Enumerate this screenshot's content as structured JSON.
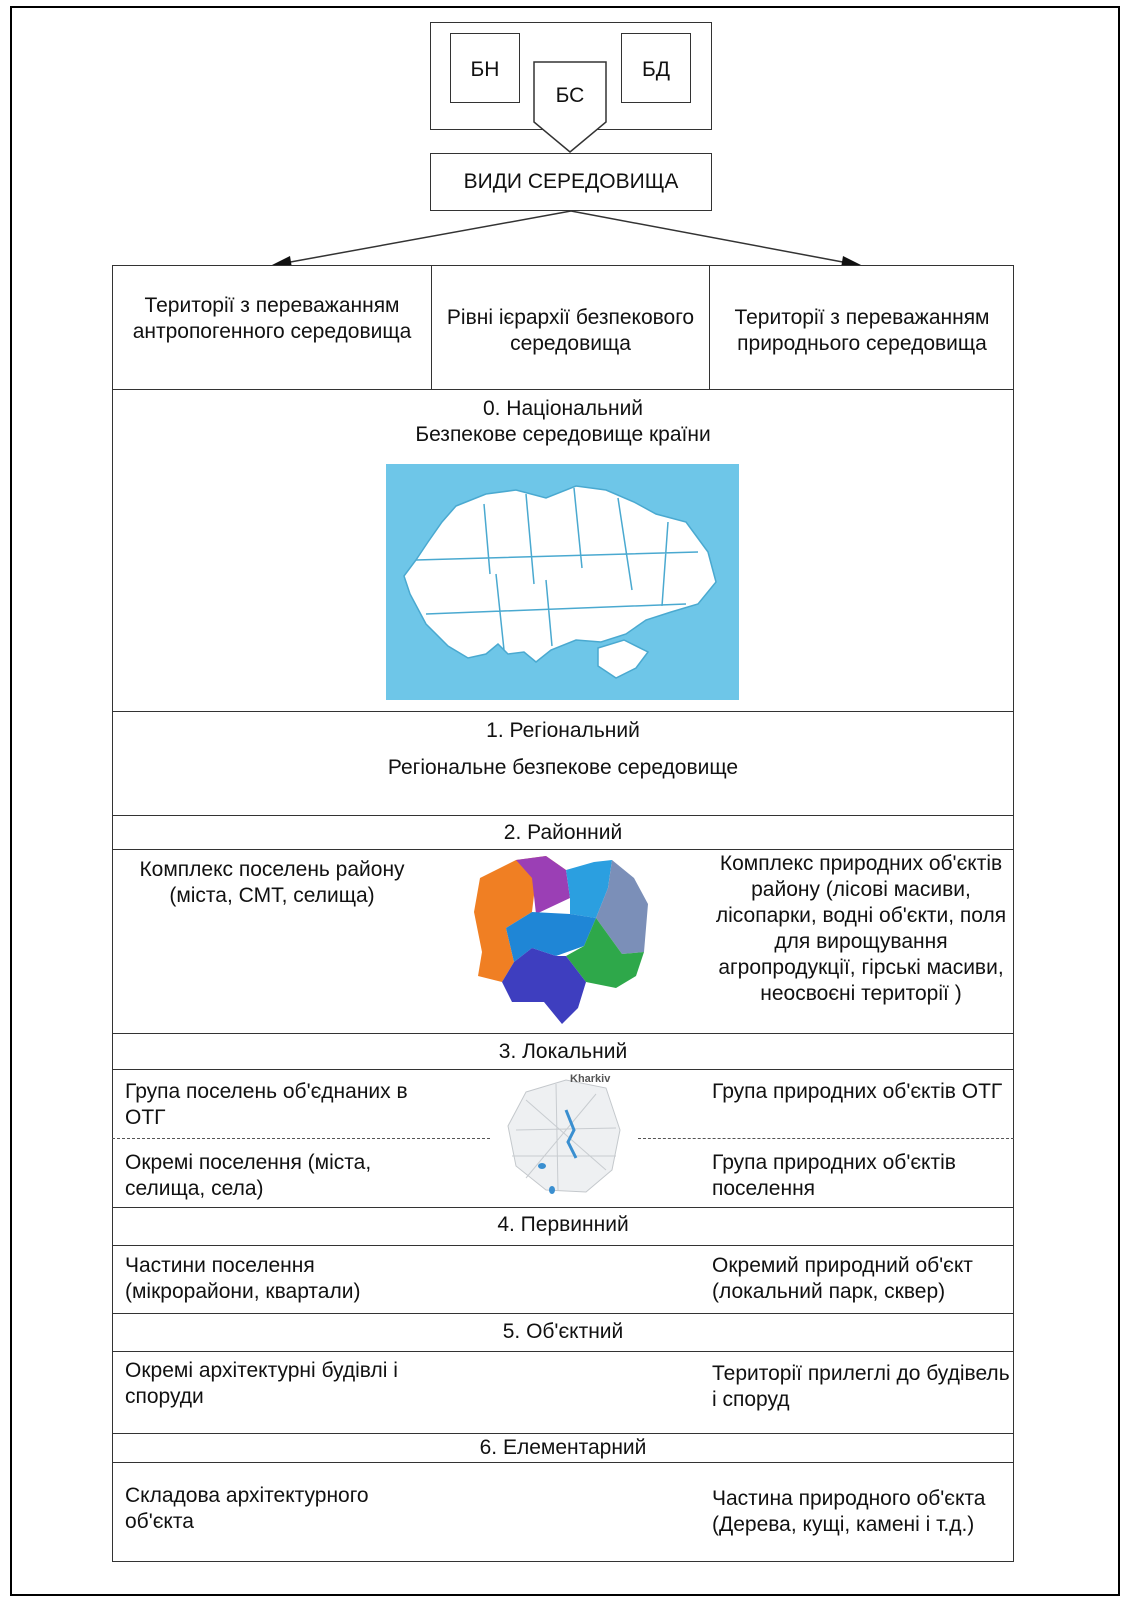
{
  "top": {
    "bn": "БН",
    "bs": "БС",
    "bd": "БД",
    "types_title": "ВИДИ СЕРЕДОВИЩА"
  },
  "headers": {
    "left": "Території з переважанням антропогенного середовища",
    "center": "Рівні ієрархії безпекового середовища",
    "right": "Території з переважанням природнього середовища"
  },
  "levels": {
    "national": {
      "title": "0. Національний",
      "subtitle": "Безпекове середовище країни"
    },
    "regional": {
      "title": "1. Регіональний",
      "subtitle": "Регіональне безпекове середовище"
    },
    "district": {
      "title": "2. Районний",
      "left": "Комплекс поселень району (міста, СМТ, селища)",
      "right": "Комплекс природних об'єктів району (лісові масиви, лісопарки, водні об'єкти, поля для вирощування агропродукції, гірські масиви, неосвоєні території )"
    },
    "local": {
      "title": "3. Локальний",
      "left_top": "Група поселень об'єднаних в ОТГ",
      "right_top": "Група природних об'єктів ОТГ",
      "left_bottom": "Окремі поселення (міста, селища, села)",
      "right_bottom": "Група природних об'єктів поселення",
      "map_label": "Kharkiv"
    },
    "primary": {
      "title": "4. Первинний",
      "left": "Частини поселення (мікрорайони, квартали)",
      "right": "Окремий природний об'єкт (локальний парк, сквер)"
    },
    "object": {
      "title": "5. Об'єктний",
      "left": "Окремі архітектурні будівлі і споруди",
      "right": "Території прилеглі до будівель і споруд"
    },
    "elementary": {
      "title": "6. Елементарний",
      "left": "Складова архітектурного об'єкта",
      "right": "Частина природного об'єкта (Дерева, кущі, камені і т.д.)"
    }
  },
  "colors": {
    "map_sea": "#6ec6e8",
    "line": "#333333"
  }
}
